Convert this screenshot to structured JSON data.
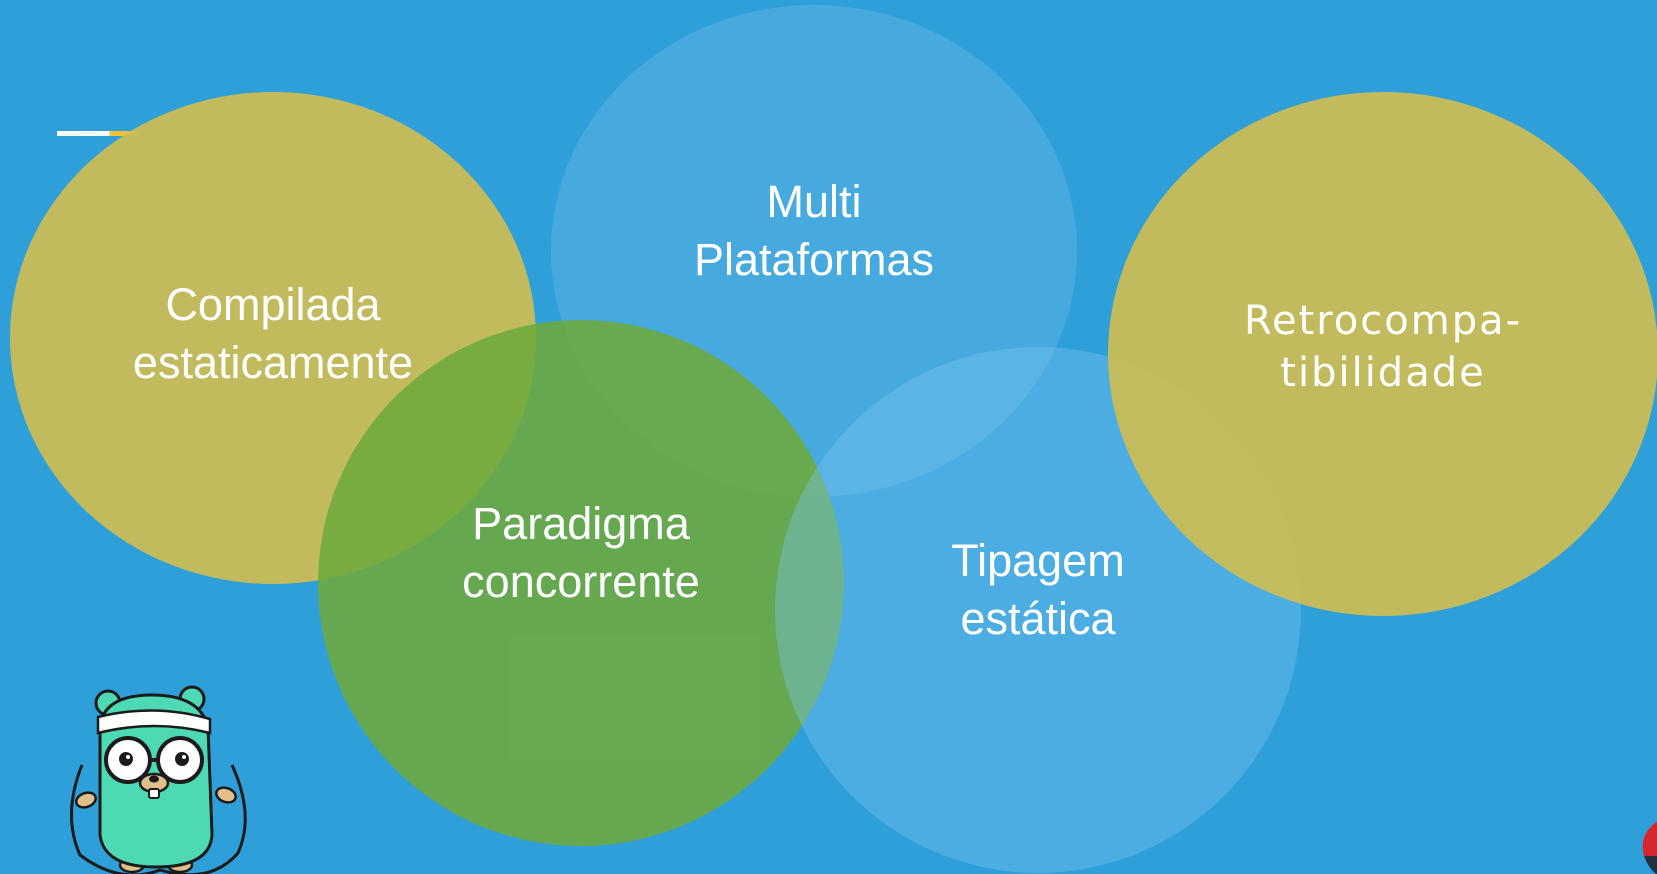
{
  "slide": {
    "background_color": "#2e9fd9",
    "accent_colors": [
      "#ffffff",
      "#f1c232"
    ],
    "circles": [
      {
        "id": "compilada",
        "text": "Compilada\nestaticamente",
        "color": "#c8bc58"
      },
      {
        "id": "multi",
        "text": "Multi\nPlataformas",
        "color": "#6ebeeb"
      },
      {
        "id": "paradigma",
        "text": "Paradigma\nconcorrente",
        "color": "#6eaa3c"
      },
      {
        "id": "tipagem",
        "text": "Tipagem\nestática",
        "color": "#78c3ee"
      },
      {
        "id": "retro",
        "text": "Retrocompa-\ntibilidade",
        "color": "#c8bc58"
      }
    ],
    "mascot": {
      "icon": "go-gopher-icon"
    },
    "corner_logo": {
      "icon": "brand-logo-icon"
    }
  }
}
